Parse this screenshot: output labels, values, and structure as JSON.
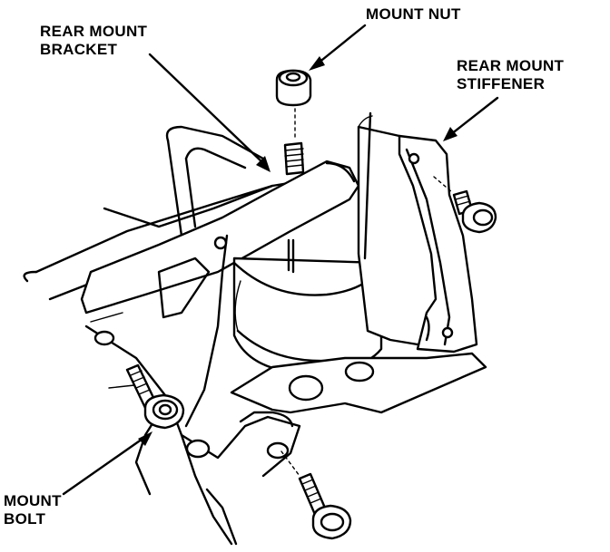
{
  "labels": {
    "mount_nut": "MOUNT NUT",
    "rear_mount_bracket": [
      "REAR MOUNT",
      "BRACKET"
    ],
    "rear_mount_stiffener": [
      "REAR MOUNT",
      "STIFFENER"
    ],
    "mount_bolt": [
      "MOUNT",
      "BOLT"
    ]
  },
  "colors": {
    "line": "#000000",
    "background": "#ffffff"
  }
}
